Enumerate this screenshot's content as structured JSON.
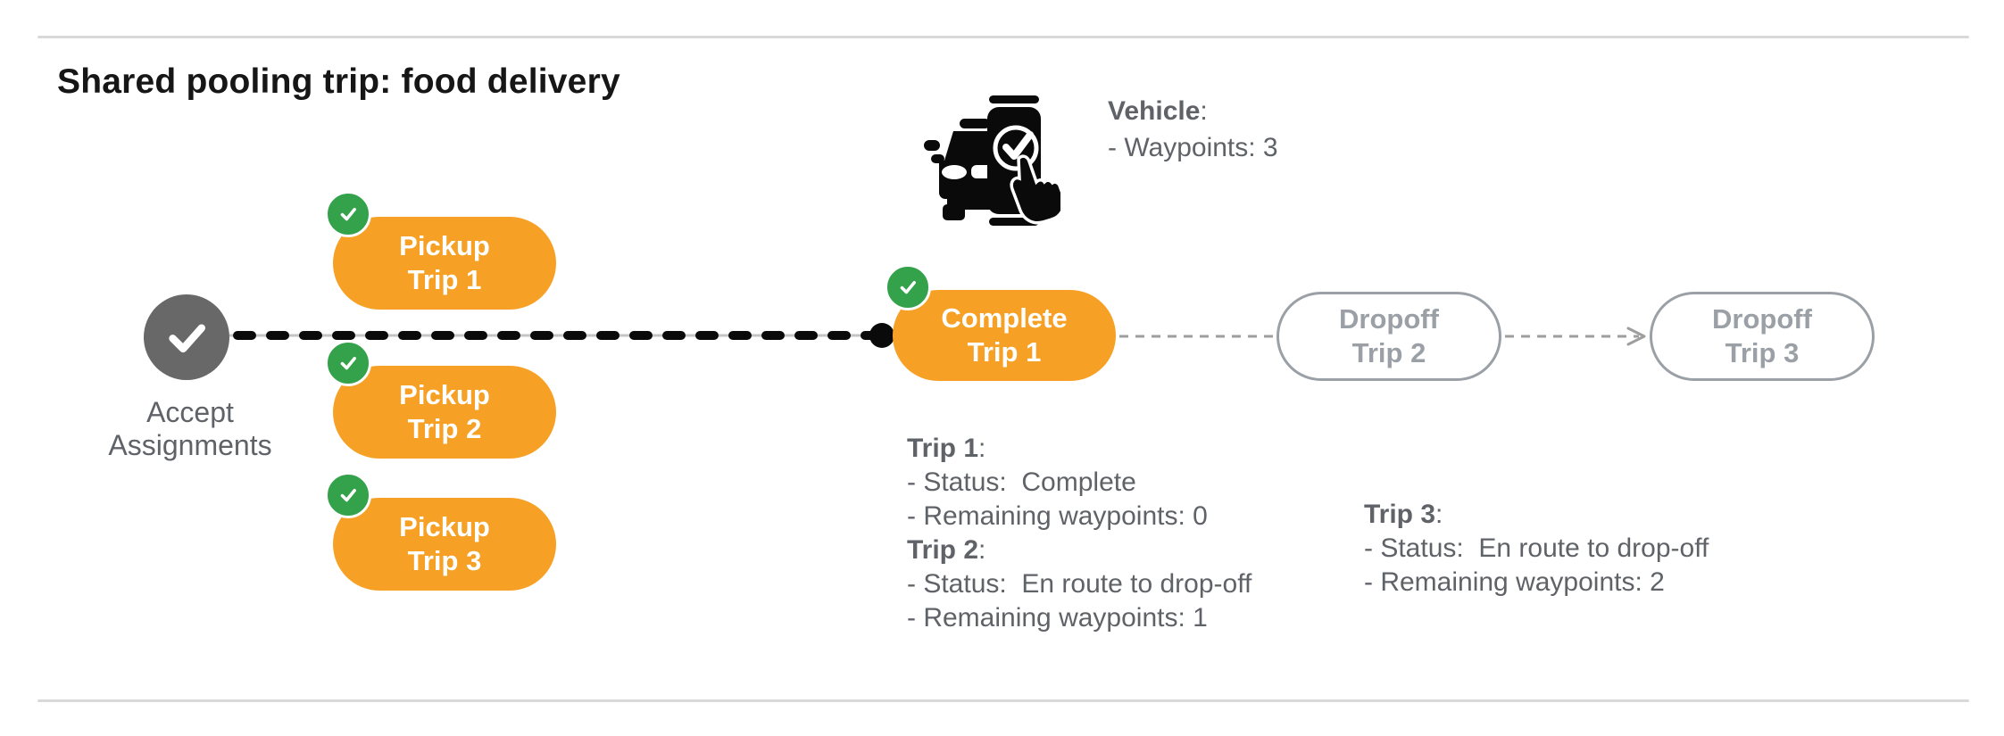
{
  "title": "Shared pooling trip: food delivery",
  "colors": {
    "accent_orange": "#F6A125",
    "success_green": "#34A14B",
    "start_node_gray": "#686868",
    "body_text_gray": "#5F6368",
    "pending_gray": "#9AA0A6",
    "divider_gray": "#D9D9D9",
    "route_black": "#0A0A0A"
  },
  "vehicle_panel": {
    "icon": "robotaxi-phone-check-icon",
    "heading": "Vehicle",
    "heading_sep": ":",
    "detail": "- Waypoints: 3"
  },
  "flow": {
    "start": {
      "icon": "check-icon",
      "label_line1": "Accept",
      "label_line2": "Assignments"
    },
    "nodes": {
      "pickup_trip_1": {
        "line1": "Pickup",
        "line2": "Trip 1",
        "badge": "check-badge"
      },
      "pickup_trip_2": {
        "line1": "Pickup",
        "line2": "Trip 2",
        "badge": "check-badge"
      },
      "pickup_trip_3": {
        "line1": "Pickup",
        "line2": "Trip 3",
        "badge": "check-badge"
      },
      "complete_trip_1": {
        "line1": "Complete",
        "line2": "Trip 1",
        "badge": "check-badge"
      },
      "dropoff_trip_2": {
        "line1": "Dropoff",
        "line2": "Trip 2"
      },
      "dropoff_trip_3": {
        "line1": "Dropoff",
        "line2": "Trip 3"
      }
    }
  },
  "status_panels": {
    "left": {
      "trip1_heading": "Trip 1",
      "trip1_sep": ":",
      "trip1_status": "- Status:  Complete",
      "trip1_remaining": "- Remaining waypoints: 0",
      "trip2_heading": "Trip 2",
      "trip2_sep": ":",
      "trip2_status": "- Status:  En route to drop-off",
      "trip2_remaining": "- Remaining waypoints: 1"
    },
    "right": {
      "trip3_heading": "Trip 3",
      "trip3_sep": ":",
      "trip3_status": "- Status:  En route to drop-off",
      "trip3_remaining": "- Remaining waypoints: 2"
    }
  }
}
